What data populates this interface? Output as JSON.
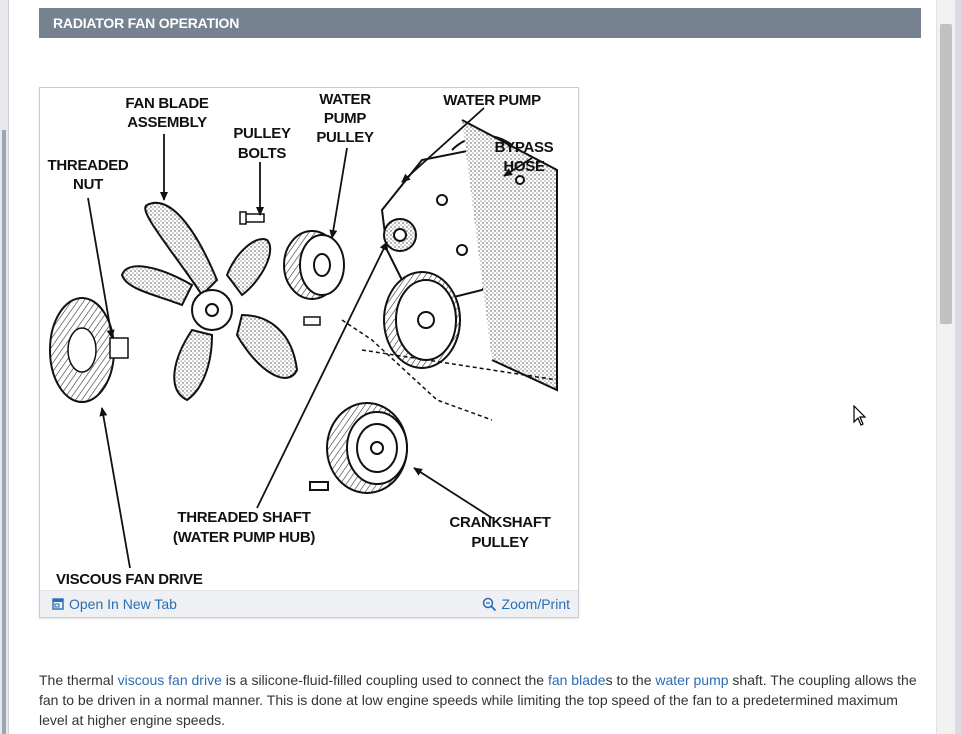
{
  "section": {
    "title": "RADIATOR FAN OPERATION"
  },
  "figure": {
    "labels": {
      "fan_blade_1": "FAN BLADE",
      "fan_blade_2": "ASSEMBLY",
      "pulley_bolts_1": "PULLEY",
      "pulley_bolts_2": "BOLTS",
      "wp_pulley_1": "WATER",
      "wp_pulley_2": "PUMP",
      "wp_pulley_3": "PULLEY",
      "water_pump": "WATER PUMP",
      "bypass_1": "BYPASS",
      "bypass_2": "HOSE",
      "nut_1": "THREADED",
      "nut_2": "NUT",
      "shaft_1": "THREADED SHAFT",
      "shaft_2": "(WATER PUMP HUB)",
      "crank_1": "CRANKSHAFT",
      "crank_2": "PULLEY",
      "viscous": "VISCOUS FAN DRIVE"
    },
    "footer": {
      "open_new_tab": "Open In New Tab",
      "zoom_print": "Zoom/Print"
    }
  },
  "body_text": {
    "p1_a": " The thermal ",
    "link_viscous": "viscous fan drive",
    "p1_b": " is a silicone-fluid-filled coupling used to connect the ",
    "link_fan_blade": "fan blade",
    "p1_c": "s to the ",
    "link_water_pump": "water pump",
    "p1_d": " shaft. The coupling allows the fan to be driven in a normal manner. This is done at low engine speeds while limiting the top speed of the fan to a predetermined maximum level at higher engine speeds."
  },
  "icons": {
    "open_tab": "open-new-tab-icon",
    "zoom": "zoom-icon",
    "cursor": "mouse-cursor-icon"
  },
  "colors": {
    "header_bg": "#768290",
    "link": "#2a6db4",
    "text": "#333333"
  }
}
